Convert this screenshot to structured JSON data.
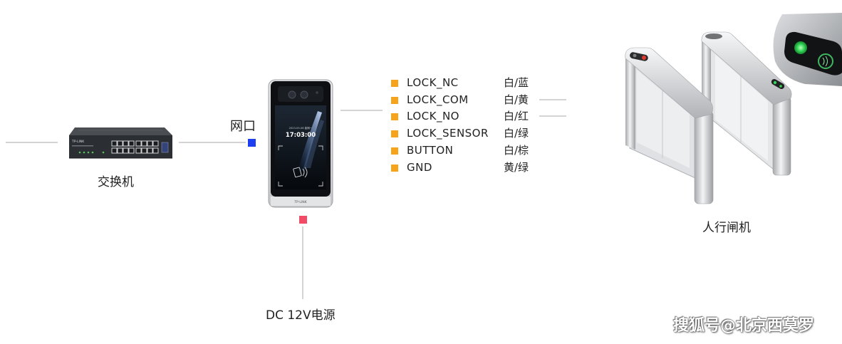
{
  "switch": {
    "label": "交换机",
    "brand": "TP-LINK"
  },
  "network_port": {
    "label": "网口",
    "color": "#1e3ff0"
  },
  "terminal": {
    "date": "2023-05-08 星期一",
    "time": "17:03:00",
    "brand": "TP-LINK"
  },
  "power": {
    "label": "DC 12V电源",
    "color": "#f24b66"
  },
  "wiring": {
    "bullet_color": "#f5a31a",
    "rows": [
      {
        "signal": "LOCK_NC",
        "wire": "白/蓝"
      },
      {
        "signal": "LOCK_COM",
        "wire": "白/黄"
      },
      {
        "signal": "LOCK_NO",
        "wire": "白/红"
      },
      {
        "signal": "LOCK_SENSOR",
        "wire": "白/绿"
      },
      {
        "signal": "BUTTON",
        "wire": "白/棕"
      },
      {
        "signal": "GND",
        "wire": "黄/绿"
      }
    ]
  },
  "turnstile": {
    "label": "人行闸机"
  },
  "watermark": {
    "text": "搜狐号@北京西莫罗"
  }
}
